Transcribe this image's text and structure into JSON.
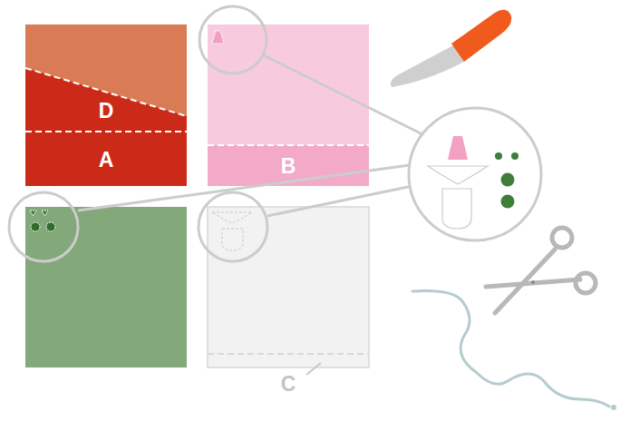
{
  "diagram": {
    "nodes": [
      {
        "text": [
          "D"
        ]
      },
      {
        "text": [
          "A"
        ]
      },
      {
        "text": [
          "B"
        ]
      }
    ],
    "labels": [
      "C"
    ]
  }
}
